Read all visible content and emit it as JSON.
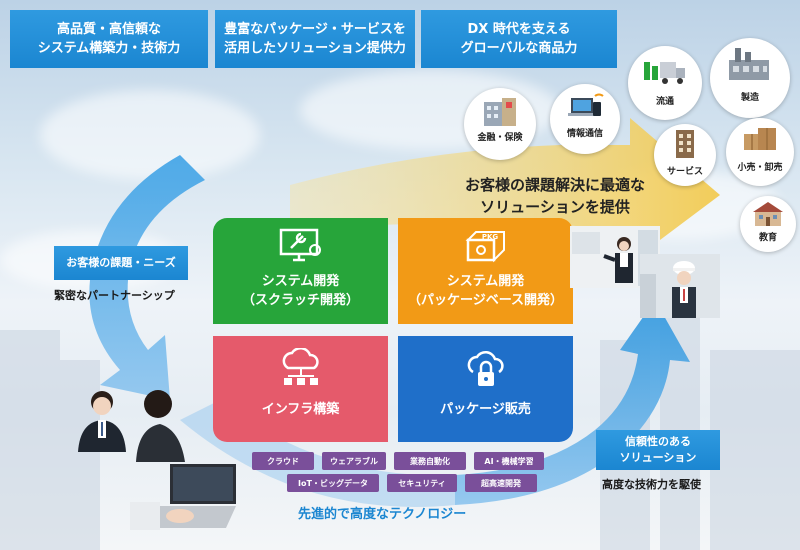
{
  "top_boxes": [
    "高品質・高信頼な\nシステム構築力・技術力",
    "豊富なパッケージ・サービスを\n活用したソリューション提供力",
    "DX 時代を支える\nグローバルな商品力"
  ],
  "customer_needs": {
    "box": "お客様の課題・ニーズ",
    "caption": "緊密なパートナーシップ"
  },
  "reliable": {
    "box": "信頼性のある\nソリューション",
    "caption": "高度な技術力を駆使"
  },
  "solution_heading": "お客様の課題解決に最適な\nソリューションを提供",
  "tiles": {
    "scratch": "システム開発\n（スクラッチ開発）",
    "package_based": "システム開発\n（パッケージベース開発）",
    "infra": "インフラ構築",
    "package_sales": "パッケージ販売"
  },
  "pkg_badge": "PKG",
  "tags_row1": [
    "クラウド",
    "ウェアラブル",
    "業務自動化",
    "AI・機械学習"
  ],
  "tags_row2": [
    "IoT・ビッグデータ",
    "セキュリティ",
    "超高速開発"
  ],
  "bottom_text": "先進的で高度なテクノロジー",
  "industries": {
    "finance": "金融・保険",
    "telecom": "情報通信",
    "logistics": "流通",
    "manufacturing": "製造",
    "service": "サービス",
    "retail": "小売・卸売",
    "education": "教育"
  },
  "colors": {
    "blue": "#1b86d1",
    "green": "#27a53a",
    "orange": "#f29a16",
    "red": "#e55a6b",
    "navy": "#1f6fc9",
    "purple": "#7a4f9a",
    "yellow": "#f2c94c"
  }
}
